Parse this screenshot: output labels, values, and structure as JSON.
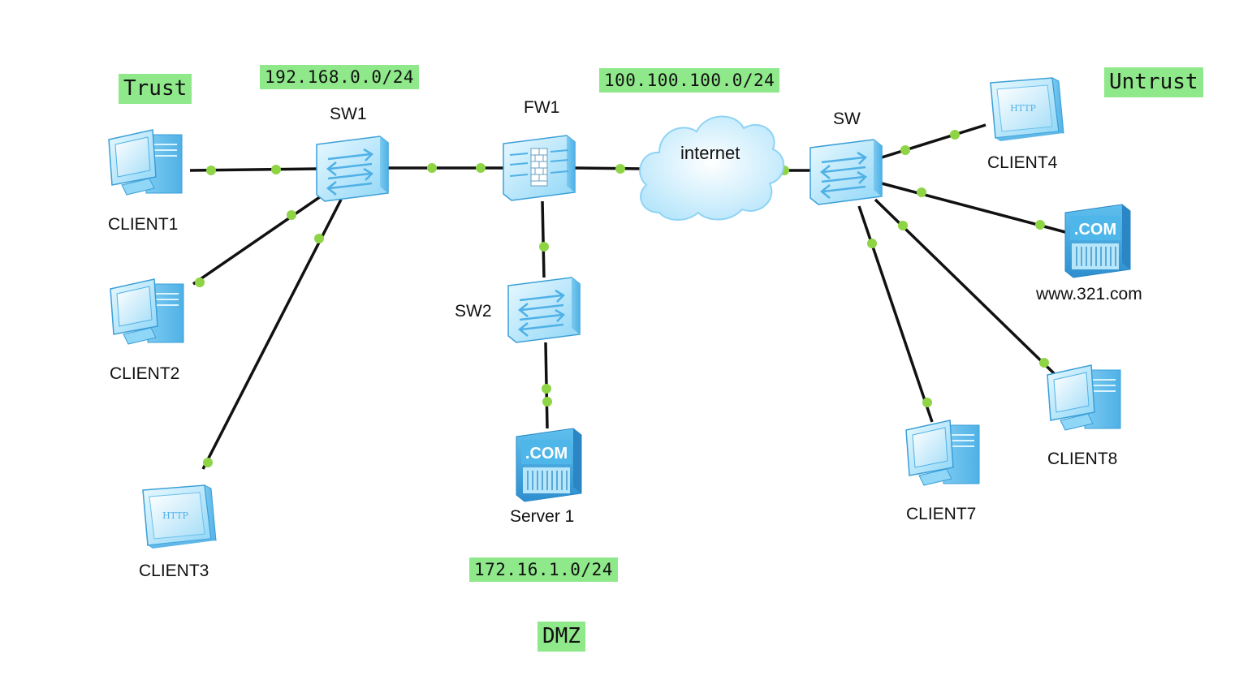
{
  "zones": {
    "trust": "Trust",
    "untrust": "Untrust",
    "dmz": "DMZ"
  },
  "networks": {
    "trust_net": "192.168.0.0/24",
    "internet_net": "100.100.100.0/24",
    "dmz_net": "172.16.1.0/24"
  },
  "devices": {
    "client1": "CLIENT1",
    "client2": "CLIENT2",
    "client3": "CLIENT3",
    "client4": "CLIENT4",
    "client7": "CLIENT7",
    "client8": "CLIENT8",
    "www": "www.321.com",
    "server1": "Server 1",
    "sw1": "SW1",
    "sw2": "SW2",
    "sw": "SW",
    "fw1": "FW1",
    "internet": "internet"
  },
  "icons": {
    "http_text": "HTTP",
    "com_text": ".COM"
  },
  "colors": {
    "zone_bg": "#8fe88a",
    "link": "#111111",
    "port_dot": "#8ed444",
    "device_light": "#d6f3ff",
    "device_mid": "#8fd3f5",
    "device_dark": "#3aa3dc"
  }
}
